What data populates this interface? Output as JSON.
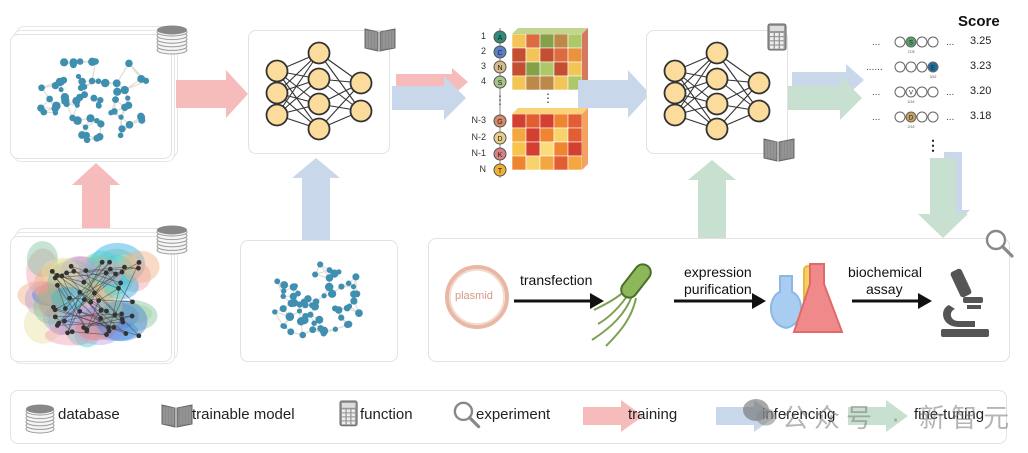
{
  "diagram": {
    "title": "Protein language model training, inferencing and fine-tuning pipeline",
    "stages": {
      "graph_database": {
        "icon": "database-icon"
      },
      "structure_database": {
        "icon": "database-icon"
      },
      "pretrain_model": {
        "icon": "trainable-model-icon"
      },
      "embedding": {
        "positions": [
          "1",
          "2",
          "3",
          "4",
          "N-3",
          "N-2",
          "N-1",
          "N"
        ],
        "residues": [
          "A",
          "C",
          "N",
          "S",
          "G",
          "D",
          "K",
          "T"
        ],
        "residue_colors": [
          "#2e8b7a",
          "#5b7fc9",
          "#d8b98a",
          "#a9c48b",
          "#d9886a",
          "#e9cf8a",
          "#d98080",
          "#f0b030"
        ],
        "ellipsis": "⋮"
      },
      "function_model": {
        "icons": [
          "function-icon",
          "trainable-model-icon"
        ]
      },
      "scores": {
        "title": "Score",
        "rows": [
          {
            "value": "3.25",
            "mutation": "S",
            "mut_color": "#5a9e6f",
            "sub": "27/8"
          },
          {
            "value": "3.23",
            "mutation": "E",
            "mut_color": "#1f6f9e",
            "sub": "3/32"
          },
          {
            "value": "3.20",
            "mutation": "V",
            "mut_color": "#ffffff",
            "sub": "2/16"
          },
          {
            "value": "3.18",
            "mutation": "D",
            "mut_color": "#c8a060",
            "sub": "2/16"
          }
        ],
        "ellipsis": "⋮"
      },
      "experiment": {
        "icon": "experiment-icon",
        "plasmid_label": "plasmid",
        "steps": [
          "transfection",
          "expression",
          "purification",
          "biochemical",
          "assay"
        ]
      }
    },
    "arrow_colors": {
      "training": "#f4b8b8",
      "inferencing": "#c9d7ea",
      "fine_tuning": "#c8e0cf"
    }
  },
  "legend": {
    "items": [
      {
        "label": "database",
        "icon": "database-icon"
      },
      {
        "label": "trainable model",
        "icon": "trainable-model-icon"
      },
      {
        "label": "function",
        "icon": "function-icon"
      },
      {
        "label": "experiment",
        "icon": "experiment-icon"
      },
      {
        "label": "training",
        "icon": "training-arrow"
      },
      {
        "label": "inferencing",
        "icon": "inferencing-arrow"
      },
      {
        "label": "fine-tuning",
        "icon": "fine-tuning-arrow"
      }
    ]
  },
  "watermark": {
    "text": "公众号 · 新智元"
  }
}
